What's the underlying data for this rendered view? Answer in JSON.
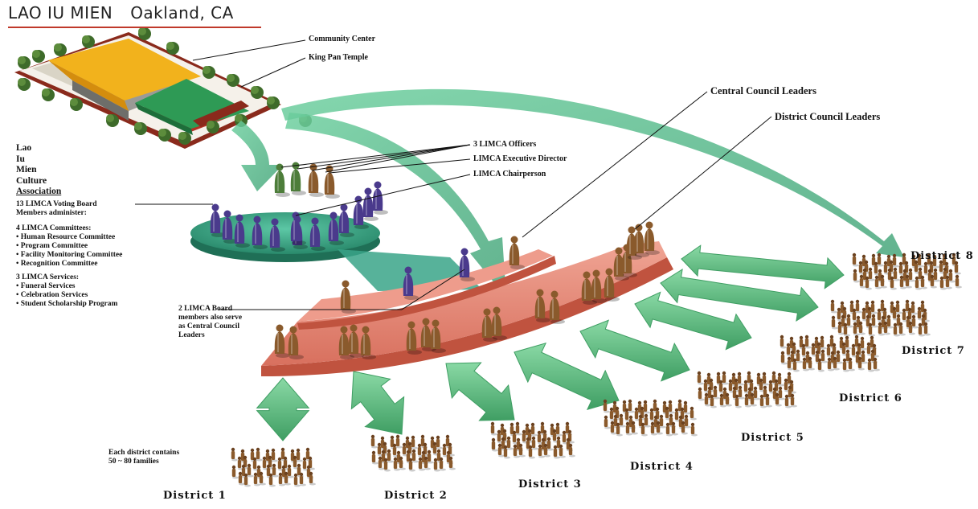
{
  "header": {
    "title": "LAO IU MIEN",
    "city": "Oakland, CA"
  },
  "buildings": {
    "community_center": "Community Center",
    "temple": "King Pan Temple"
  },
  "organization": {
    "name_lines": [
      "Lao",
      "Iu",
      "Mien",
      "Culture",
      "Association"
    ]
  },
  "board": {
    "voting_board": [
      "13 LIMCA Voting Board",
      "Members administer:"
    ]
  },
  "committees": {
    "heading": "4 LIMCA Committees:",
    "items": [
      "• Human Resource Committee",
      "• Program Committee",
      "• Facility Monitoring Committee",
      "• Recognition Committee"
    ]
  },
  "services": {
    "heading": "3 LIMCA Services:",
    "items": [
      "• Funeral Services",
      "• Celebration Services",
      "• Student Scholarship Program"
    ]
  },
  "officers": {
    "officers": "3 LIMCA Officers",
    "executive_director": "LIMCA Executive Director",
    "chairperson": "LIMCA Chairperson"
  },
  "board_members_note": [
    "2 LIMCA Board",
    "members also serve",
    "as Central Council",
    "Leaders"
  ],
  "leaders": {
    "central": "Central Council Leaders",
    "district": "District Council Leaders"
  },
  "district_note": [
    "Each district contains",
    "50 ~ 80 families"
  ],
  "districts": [
    "District 1",
    "District 2",
    "District 3",
    "District 4",
    "District 5",
    "District 6",
    "District 7",
    "District 8"
  ],
  "colors": {
    "title_rule": "#c0392b",
    "arrow_green": "#5fc08a",
    "council_platform": "#e6897a",
    "board_platform": "#3aa488",
    "roof_yellow": "#f2b21c",
    "roof_green": "#2e9a55",
    "figure_brown": "#8a5a2c",
    "figure_purple": "#4a3a8c",
    "figure_green": "#4d7d3a"
  }
}
